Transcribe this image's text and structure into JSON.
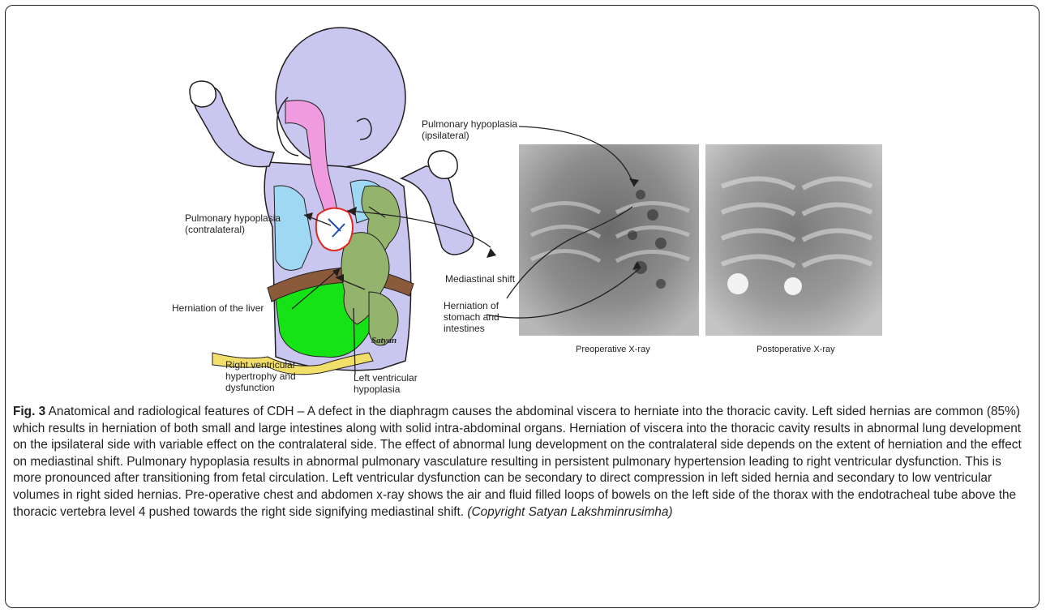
{
  "figure": {
    "labels": {
      "pulmonary_hypoplasia_ipsilateral": "Pulmonary hypoplasia\n(ipsilateral)",
      "pulmonary_hypoplasia_contralateral": "Pulmonary hypoplasia\n(contralateral)",
      "mediastinal_shift": "Mediastinal shift",
      "herniation_liver": "Herniation of the liver",
      "herniation_stomach": "Herniation of\nstomach and\nintestines",
      "right_ventricular": "Right ventricular\nhypertrophy and\ndysfunction",
      "left_ventricular": "Left ventricular\nhypoplasia",
      "signature": "Satyan"
    },
    "xray_captions": {
      "preoperative": "Preoperative X-ray",
      "postoperative": "Postoperative X-ray"
    },
    "colors": {
      "body": "#c9c6f0",
      "lung": "#9fd8f2",
      "airway": "#f09be0",
      "intestine": "#94b36c",
      "liver": "#8a5a3b",
      "stomach": "#16e316",
      "cord": "#f1df6a"
    }
  },
  "caption": {
    "fig_no": "Fig. 3",
    "text": " Anatomical and radiological features of CDH – A defect in the diaphragm causes the abdominal viscera to herniate into the thoracic cavity. Left sided hernias are common (85%) which results in herniation of both small and large intestines along with solid intra-abdominal organs. Herniation of viscera into the thoracic cavity results in abnormal lung development on the ipsilateral side with variable effect on the contralateral side. The effect of abnormal lung development on the contralateral side depends on the extent of herniation and the effect on mediastinal shift. Pulmonary hypoplasia results in abnormal pulmonary vasculature resulting in persistent pulmonary hypertension leading to right ventricular dysfunction. This is more pronounced after transitioning from fetal circulation. Left ventricular dysfunction can be secondary to direct compression in left sided hernia and secondary to low ventricular volumes in right sided hernias. Pre-operative chest and abdomen x-ray shows the air and fluid filled loops of bowels on the left side of the thorax with the endotracheal tube above the thoracic vertebra level 4 pushed towards the right side signifying mediastinal shift. ",
    "copyright": "(Copyright Satyan Lakshminrusimha)"
  }
}
